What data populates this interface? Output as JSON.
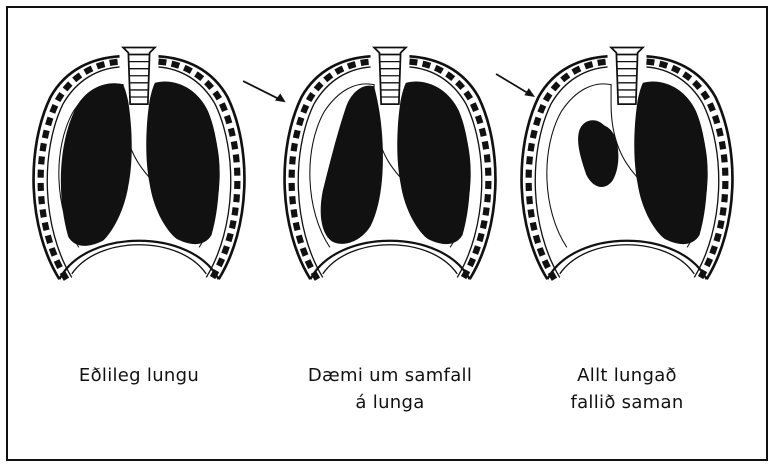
{
  "captions": [
    {
      "lines": [
        "Eðlileg lungu"
      ]
    },
    {
      "lines": [
        "Dæmi um samfall",
        "á lunga"
      ]
    },
    {
      "lines": [
        "Allt lungað",
        "fallið saman"
      ]
    }
  ],
  "colors": {
    "ink": "#111111",
    "background": "#ffffff"
  },
  "icons": [
    "arrow-icon"
  ]
}
